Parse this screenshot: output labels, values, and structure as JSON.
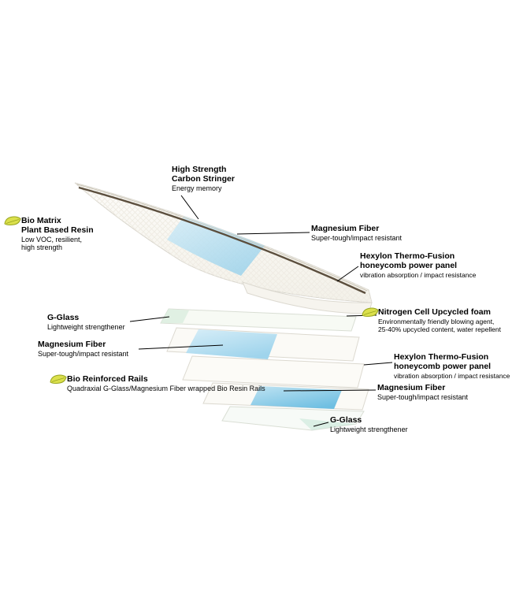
{
  "figure": {
    "name": "Surfboard construction exploded layer diagram"
  },
  "colors": {
    "band_blue_light": "#cfe9f6",
    "band_blue_deep": "#8fcde9",
    "band_teal": "#bfe8d8",
    "stringer_brown": "#5c4f3e",
    "leaf_yellow": "#dbe04c",
    "outline_gray": "#d8d5cc"
  },
  "callouts": {
    "carbon_stringer": {
      "title": "High Strength\nCarbon Stringer",
      "desc": "Energy memory"
    },
    "bio_matrix": {
      "title": "Bio Matrix\nPlant Based Resin",
      "desc": "Low VOC, resilient,\nhigh strength"
    },
    "magnesium_fiber_top": {
      "title": "Magnesium Fiber",
      "desc": "Super-tough/impact resistant"
    },
    "hexylon_top": {
      "title": "Hexylon Thermo-Fusion\nhoneycomb power panel",
      "desc": "vibration absorption / impact resistance"
    },
    "g_glass_left": {
      "title": "G-Glass",
      "desc": "Lightweight strengthener"
    },
    "nitrogen_foam": {
      "title": "Nitrogen Cell Upcycled foam",
      "desc": "Environmentally friendly blowing agent,\n25-40% upcycled content, water repellent"
    },
    "magnesium_fiber_left": {
      "title": "Magnesium Fiber",
      "desc": "Super-tough/impact resistant"
    },
    "hexylon_bottom": {
      "title": "Hexylon Thermo-Fusion\nhoneycomb power panel",
      "desc": "vibration absorption / impact resistance"
    },
    "bio_rails": {
      "title": "Bio Reinforced Rails",
      "desc": "Quadraxial G-Glass/Magnesium Fiber wrapped Bio Resin Rails"
    },
    "magnesium_fiber_bottom": {
      "title": "Magnesium Fiber",
      "desc": "Super-tough/impact resistant"
    },
    "g_glass_bottom": {
      "title": "G-Glass",
      "desc": "Lightweight strengthener"
    }
  }
}
